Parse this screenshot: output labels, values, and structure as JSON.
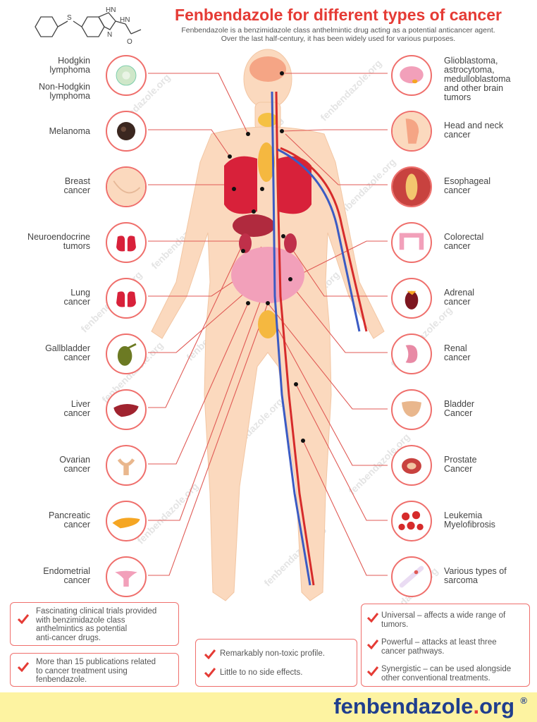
{
  "header": {
    "title": "Fenbendazole for different types of cancer",
    "subtitle_lines": [
      "Fenbendazole is a benzimidazole class anthelmintic drug acting as a potential anticancer agent.",
      "Over the last half-century, it has been widely used for various purposes."
    ],
    "molecule_labels": {
      "s": "S",
      "hn": "HN",
      "n": "N",
      "o": "O",
      "hn2": "HN"
    }
  },
  "left_labels": [
    "Hodgkin\nlymphoma",
    "Non-Hodgkin\nlymphoma",
    "Melanoma",
    "Breast\ncancer",
    "Neuroendocrine\ntumors",
    "Lung\ncancer",
    "Gallbladder\ncancer",
    "Liver\ncancer",
    "Ovarian\ncancer",
    "Pancreatic\ncancer",
    "Endometrial\ncancer"
  ],
  "right_labels": [
    "Glioblastoma,\nastrocytoma,\nmedulloblastoma\nand other brain\ntumors",
    "Head and neck\ncancer",
    "Esophageal\ncancer",
    "Colorectal\ncancer",
    "Adrenal\ncancer",
    "Renal\ncancer",
    "Bladder\nCancer",
    "Prostate\nCancer",
    "Leukemia\nMyelofibrosis",
    "Various types of\nsarcoma"
  ],
  "icons": {
    "left": [
      "lymph-node-icon",
      "melanoma-icon",
      "breast-icon",
      "lungs-icon",
      "lungs-icon",
      "gallbladder-icon",
      "liver-icon",
      "ovary-icon",
      "pancreas-icon",
      "uterus-icon"
    ],
    "right": [
      "brain-icon",
      "head-neck-icon",
      "esophagus-icon",
      "colon-icon",
      "adrenal-icon",
      "kidney-icon",
      "bladder-icon",
      "prostate-icon",
      "blood-cells-icon",
      "bone-icon"
    ]
  },
  "boxes": {
    "left_top": "Fascinating clinical trials provided\nwith benzimidazole class\nanthelmintics as potential\nanti-cancer drugs.",
    "left_bottom": "More than 15 publications related\nto cancer treatment using\nfenbendazole.",
    "middle": [
      "Remarkably non-toxic profile.",
      "Little to no side effects."
    ],
    "right": [
      "Universal – affects a wide range of\ntumors.",
      "Powerful – attacks at least three\ncancer pathways.",
      "Synergistic – can be used alongside\nother conventional treatments."
    ]
  },
  "footer": {
    "brand_main": "fenbendazole",
    "brand_dot": ".",
    "brand_tld": "org",
    "reg": "®"
  },
  "watermark": "fenbendazole.org",
  "colors": {
    "accent": "#e53b35",
    "brand": "#1f3e8e",
    "footer_bg": "#fdf3a1",
    "skin": "#fbd9be",
    "line": "#e05a55"
  }
}
